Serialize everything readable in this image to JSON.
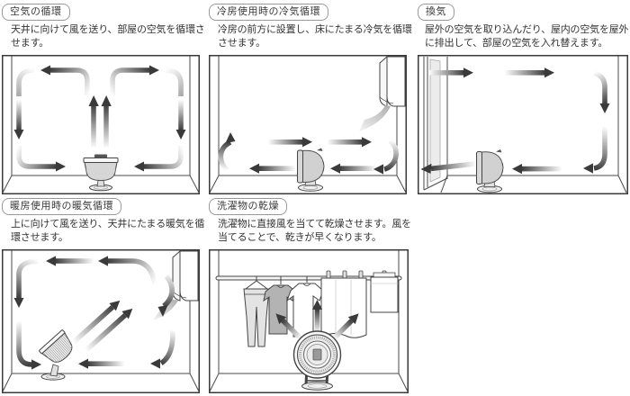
{
  "page": {
    "background": "#ffffff",
    "language": "ja",
    "kind": "instruction-sheet"
  },
  "colors": {
    "text": "#333333",
    "badge_border": "#999999",
    "panel_outline": "#3a3a3a",
    "room_line": "#4a4a4a",
    "arrow_head": "#3a3a3a",
    "arrow_tail": "#fcfcfc",
    "device_fill": "#e8e8e8",
    "shirt_gray": "#b3b3b3"
  },
  "icons": {
    "circulator-fan-icon": "hatched fan/circulator drawn with CSS-free inline SVG shapes",
    "air-conditioner-icon": "white 3D wall unit box, top-right of room",
    "heater-icon": "white 3D wall unit box, top-right of room",
    "airflow-arrow": "gray gradient band with dark triangular head",
    "open-window-icon": "open door/window frame with glass pane",
    "laundry-pole-icon": "horizontal drying rod",
    "clothespin-icon": "small clip rectangle on rod"
  },
  "panels": [
    {
      "id": "air-circulation",
      "title": "空気の循環",
      "description": "天井に向けて風を送り、部屋の空気を循環させます。"
    },
    {
      "id": "cooling-circulation",
      "title": "冷房使用時の冷気循環",
      "description": "冷房の前方に設置し、床にたまる冷気を循環させます。"
    },
    {
      "id": "ventilation",
      "title": "換気",
      "description": "屋外の空気を取り込んだり、屋内の空気を屋外に排出して、部屋の空気を入れ替えます。"
    },
    {
      "id": "heating-circulation",
      "title": "暖房使用時の暖気循環",
      "description": "上に向けて風を送り、天井にたまる暖気を循環させます。"
    },
    {
      "id": "laundry-drying",
      "title": "洗濯物の乾燥",
      "description": "洗濯物に直接風を当てて乾燥させます。風を当てることで、乾きが早くなります。"
    }
  ]
}
